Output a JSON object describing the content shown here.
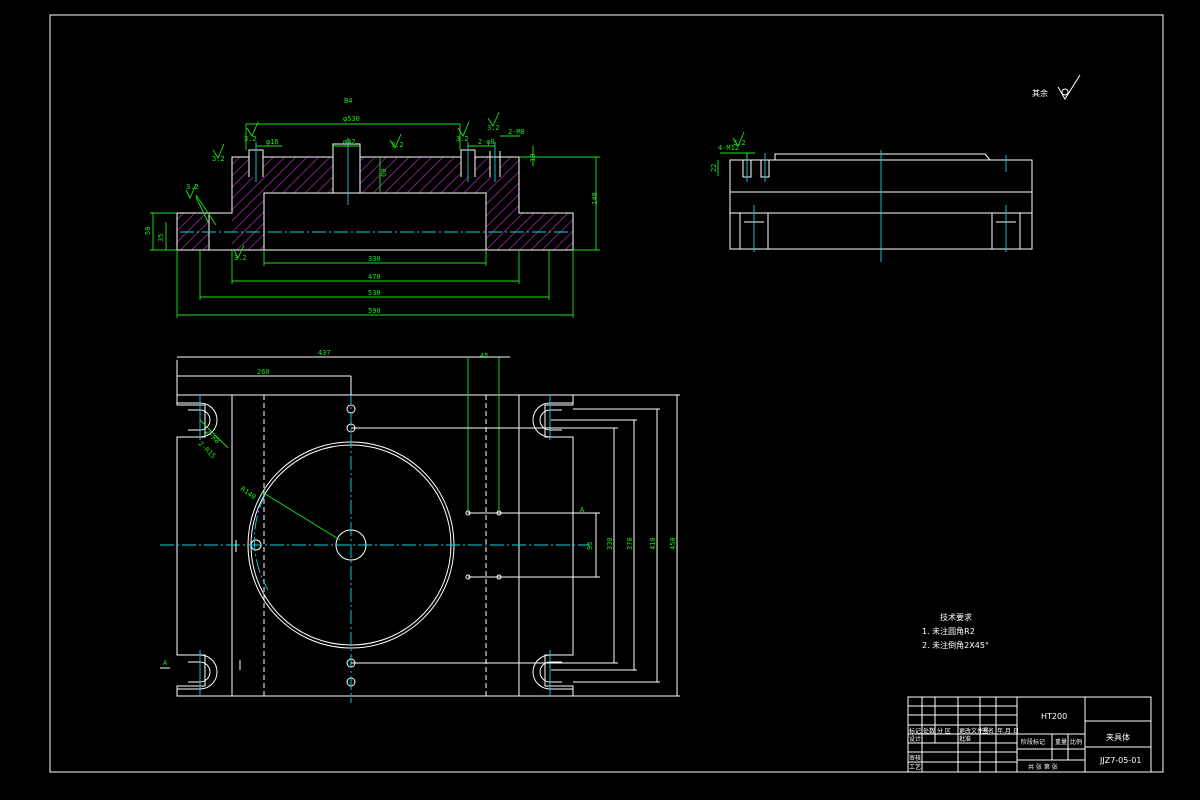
{
  "colors": {
    "background": "#000000",
    "outline": "#ffffff",
    "dimension": "#19e619",
    "centerline": "#19d0e0",
    "hatch": "#c030c0"
  },
  "roughness_note": {
    "label": "其余",
    "symbol": "roughness-symbol-icon"
  },
  "front_view": {
    "top_label": "B4",
    "dims": {
      "d_top": "φ530",
      "d_hole": "φ16",
      "d_center": "φ42",
      "n_holes": "2-φ8",
      "note_right": "2-M8",
      "h_right": "10",
      "h_total": "140",
      "h_left": "50",
      "h_left2": "35",
      "h_mid": "60",
      "w_inner": "330",
      "w_mid": "470",
      "w_outer": "530",
      "w_total": "590"
    },
    "rough_marks": [
      "3.2",
      "3.2",
      "3.2",
      "3.2",
      "3.2",
      "3.2",
      "3.2"
    ]
  },
  "side_view": {
    "dims": {
      "holes": "4-M12",
      "h": "22",
      "rough": "3.2"
    }
  },
  "top_view": {
    "dims": {
      "x_total": "437",
      "x_left": "260",
      "x_right": "45",
      "y_inner": "95",
      "y_mid": "330",
      "y_mid2": "370",
      "y_outer": "410",
      "y_total": "450",
      "radius": "R140",
      "slot1": "2-R8",
      "slot2": "2-R15",
      "sec_a_top": "A",
      "sec_a_bot": "A"
    }
  },
  "tech_notes": {
    "title": "技术要求",
    "items": [
      "1. 未注圆角R2",
      "2. 未注倒角2X45°"
    ]
  },
  "title_block": {
    "material": "HT200",
    "part_name": "夹具体",
    "drawing_no": "JJZ7-05-01",
    "row_labels": [
      "标记",
      "处数",
      "分 区",
      "更改文件号",
      "签名",
      "年.月.日"
    ],
    "design_label": "设计",
    "check_label": "审核",
    "process_label": "工艺",
    "approve_label": "批准",
    "stage_label": "阶段标记",
    "weight_label": "重量",
    "scale_label": "比例",
    "sheet_label": "共  张  第  张"
  }
}
